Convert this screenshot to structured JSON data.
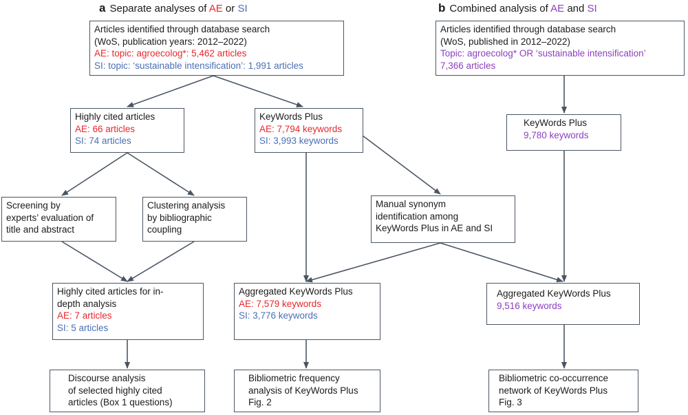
{
  "colors": {
    "ae": "#e8262b",
    "si": "#4a6fb5",
    "combined": "#8a3fbf",
    "border": "#4a5563"
  },
  "panel_a": {
    "letter": "a",
    "title_pre": "Separate analyses of ",
    "ae": "AE",
    "mid": " or ",
    "si": "SI",
    "search": {
      "line1": "Articles identified through database search",
      "line2": "(WoS, publication years: 2012–2022)",
      "ae": "AE: topic: agroecolog*: 5,462 articles",
      "si": "SI: topic: ‘sustainable intensification’: 1,991 articles"
    },
    "highly_cited": {
      "line1": "Highly cited articles",
      "ae": "AE: 66 articles",
      "si": "SI: 74 articles"
    },
    "keywords_plus": {
      "line1": "KeyWords Plus",
      "ae": "AE: 7,794 keywords",
      "si": "SI: 3,993 keywords"
    },
    "screening": {
      "line1": "Screening by",
      "line2": "experts’ evaluation of",
      "line3": "title and abstract"
    },
    "clustering": {
      "line1": "Clustering analysis",
      "line2": "by bibliographic",
      "line3": "coupling"
    },
    "synonym": {
      "line1": "Manual synonym",
      "line2": "identification among",
      "line3": "KeyWords Plus in AE and SI"
    },
    "indepth": {
      "line1": "Highly cited articles for in-",
      "line2": "depth analysis",
      "ae": "AE: 7 articles",
      "si": "SI: 5 articles"
    },
    "aggregated": {
      "line1": "Aggregated KeyWords Plus",
      "ae": "AE: 7,579 keywords",
      "si": "SI: 3,776 keywords"
    },
    "discourse": {
      "line1": "Discourse analysis",
      "line2": "of selected highly cited",
      "line3": "articles (Box 1 questions)"
    },
    "frequency": {
      "line1": "Bibliometric frequency",
      "line2": "analysis of KeyWords Plus",
      "line3": "Fig. 2"
    }
  },
  "panel_b": {
    "letter": "b",
    "title_pre": "Combined analysis of ",
    "ae": "AE",
    "mid": " and ",
    "si": "SI",
    "search": {
      "line1": "Articles identified through database search",
      "line2": "(WoS, published in 2012–2022)",
      "topic": "Topic: agroecolog* OR ‘sustainable intensification’",
      "count": "7,366 articles"
    },
    "keywords_plus": {
      "line1": "KeyWords Plus",
      "count": "9,780 keywords"
    },
    "aggregated": {
      "line1": "Aggregated KeyWords Plus",
      "count": "9,516 keywords"
    },
    "network": {
      "line1": "Bibliometric co-occurrence",
      "line2": "network of KeyWords Plus",
      "line3": "Fig. 3"
    }
  }
}
